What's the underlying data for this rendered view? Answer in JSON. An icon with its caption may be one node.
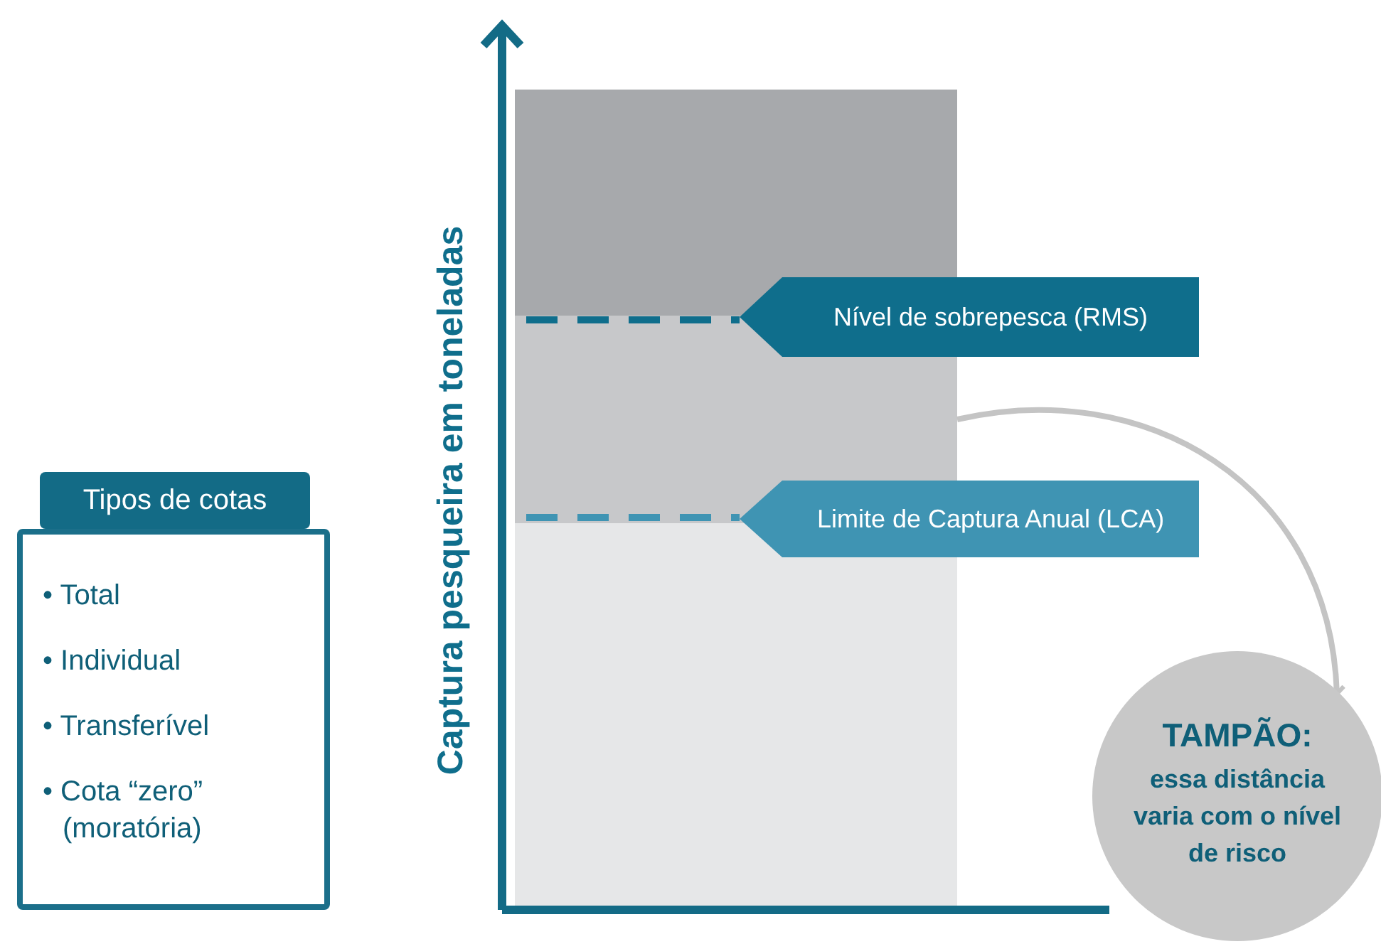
{
  "diagram": {
    "nodes": [
      {
        "text": [
          "Tipos de cotas",
          "• Total",
          "• Individual",
          "• Transferível",
          "• Cota “zero” (moratória)"
        ]
      },
      {
        "text": [],
        "shape": "bar"
      },
      {
        "text": [
          "Nível de sobrepesca (RMS)"
        ]
      },
      {
        "text": [],
        "shape": "bar"
      },
      {
        "text": [
          "Limite de Captura Anual (LCA)"
        ]
      },
      {
        "text": [],
        "shape": "bar"
      },
      {
        "text": [
          "TAMPÃO:",
          "essa distância varia com o nível de risco"
        ]
      }
    ],
    "edges": [
      {
        "from": 3,
        "to": 6,
        "arrow": "to"
      }
    ],
    "labels": [
      "Captura pesqueira em toneladas"
    ]
  }
}
